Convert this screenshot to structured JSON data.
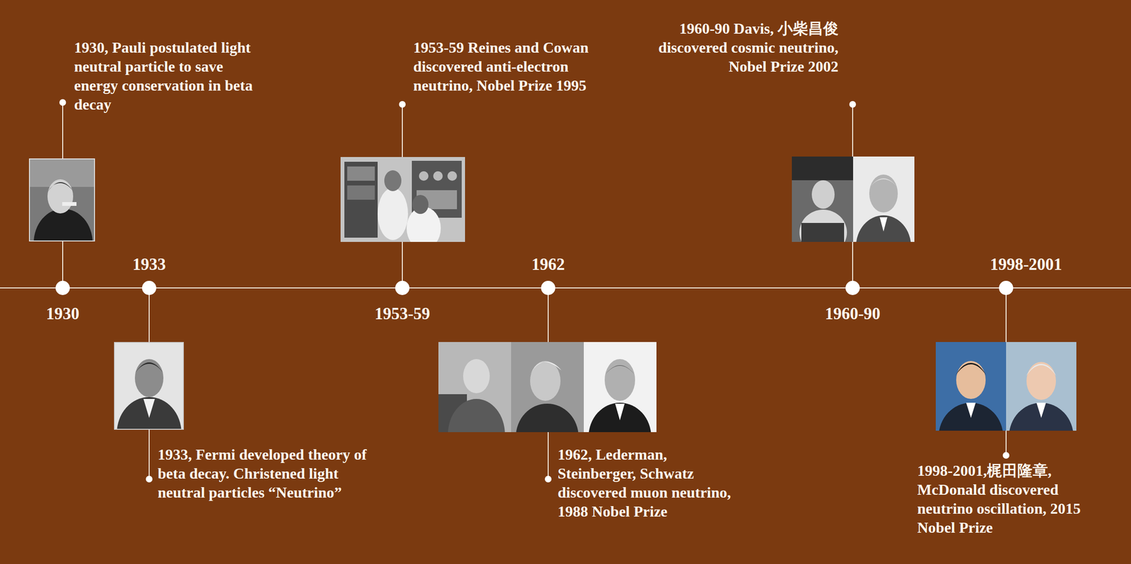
{
  "diagram": {
    "labels": [
      "1930, Pauli postulated light neutral particle to save energy conservation in beta decay",
      "1930",
      "1933",
      "1933, Fermi developed theory of beta decay. Christened light neutral particles “Neutrino”",
      "1953-59 Reines and Cowan discovered anti-electron neutrino, Nobel Prize 1995",
      "1953-59",
      "1962",
      "1962, Lederman, Steinberger, Schwatz discovered muon neutrino, 1988 Nobel Prize",
      "1960-90 Davis, 小柴昌俊 discovered cosmic neutrino, Nobel Prize 2002",
      "1960-90",
      "1998-2001",
      "1998-2001,梶田隆章, McDonald discovered neutrino oscillation, 2015 Nobel Prize"
    ]
  }
}
